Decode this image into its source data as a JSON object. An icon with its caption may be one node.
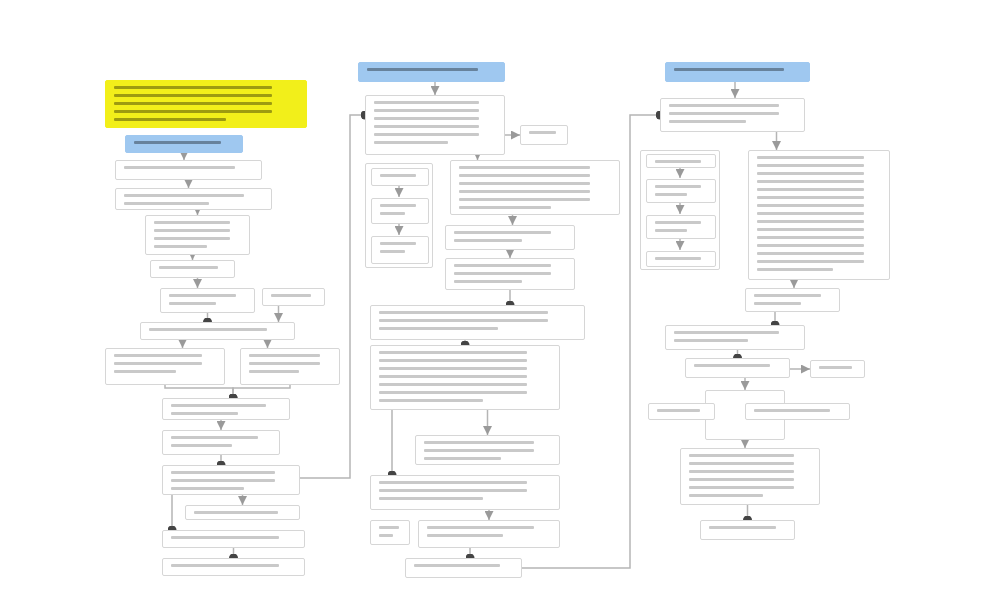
{
  "diagram": {
    "nodes": [
      {
        "text": [],
        "shape": "box"
      },
      {
        "text": [],
        "shape": "box"
      },
      {
        "text": [],
        "shape": "box"
      },
      {
        "text": [],
        "shape": "box"
      },
      {
        "text": [],
        "shape": "box"
      },
      {
        "text": [],
        "shape": "box"
      },
      {
        "text": [],
        "shape": "box"
      },
      {
        "text": [],
        "shape": "box"
      },
      {
        "text": [],
        "shape": "box"
      },
      {
        "text": [],
        "shape": "box"
      },
      {
        "text": [],
        "shape": "box"
      },
      {
        "text": [],
        "shape": "box"
      },
      {
        "text": [],
        "shape": "box"
      },
      {
        "text": [],
        "shape": "box"
      },
      {
        "text": [],
        "shape": "box"
      },
      {
        "text": [],
        "shape": "box"
      },
      {
        "text": [],
        "shape": "box"
      },
      {
        "text": [],
        "shape": "box"
      },
      {
        "text": [],
        "shape": "box"
      },
      {
        "text": [],
        "shape": "box"
      },
      {
        "text": [],
        "shape": "box"
      },
      {
        "text": [],
        "shape": "box",
        "in": 20
      },
      {
        "text": [],
        "shape": "box",
        "in": 20
      },
      {
        "text": [],
        "shape": "box",
        "in": 20
      },
      {
        "text": [],
        "shape": "box"
      },
      {
        "text": [],
        "shape": "box"
      },
      {
        "text": [],
        "shape": "box"
      },
      {
        "text": [],
        "shape": "box"
      },
      {
        "text": [],
        "shape": "box"
      },
      {
        "text": [],
        "shape": "box"
      },
      {
        "text": [],
        "shape": "box"
      },
      {
        "text": [],
        "shape": "box"
      },
      {
        "text": [],
        "shape": "box"
      },
      {
        "text": [],
        "shape": "box"
      },
      {
        "text": [],
        "shape": "box"
      },
      {
        "text": [],
        "shape": "box"
      },
      {
        "text": [],
        "shape": "box"
      },
      {
        "text": [],
        "shape": "box",
        "in": 36
      },
      {
        "text": [],
        "shape": "box",
        "in": 36
      },
      {
        "text": [],
        "shape": "box",
        "in": 36
      },
      {
        "text": [],
        "shape": "box",
        "in": 36
      },
      {
        "text": [],
        "shape": "box"
      },
      {
        "text": [],
        "shape": "box"
      },
      {
        "text": [],
        "shape": "box"
      },
      {
        "text": [],
        "shape": "box"
      },
      {
        "text": [],
        "shape": "box"
      },
      {
        "text": [],
        "shape": "box"
      },
      {
        "text": [],
        "shape": "box"
      },
      {
        "text": [],
        "shape": "box"
      },
      {
        "text": [],
        "shape": "box"
      },
      {
        "text": [],
        "shape": "box"
      }
    ],
    "edges": [
      {
        "from": 1,
        "to": 2,
        "arrow": "to"
      },
      {
        "from": 2,
        "to": 3,
        "arrow": "to"
      },
      {
        "from": 3,
        "to": 4,
        "arrow": "to"
      },
      {
        "from": 4,
        "to": 5,
        "arrow": "to"
      },
      {
        "from": 5,
        "to": 6,
        "arrow": "to"
      },
      {
        "from": 6,
        "to": 8,
        "arrow": "other"
      },
      {
        "from": 7,
        "to": 8,
        "arrow": "to"
      },
      {
        "from": 8,
        "to": 9,
        "arrow": "to"
      },
      {
        "from": 8,
        "to": 10,
        "arrow": "to"
      },
      {
        "from": 9,
        "to": 11,
        "arrow": "other"
      },
      {
        "from": 10,
        "to": 11,
        "arrow": "other"
      },
      {
        "from": 11,
        "to": 12,
        "arrow": "to"
      },
      {
        "from": 12,
        "to": 13,
        "arrow": "other"
      },
      {
        "from": 13,
        "to": 14,
        "arrow": "to"
      },
      {
        "from": 13,
        "to": 15,
        "arrow": "other"
      },
      {
        "from": 15,
        "to": 16,
        "arrow": "other"
      },
      {
        "from": 13,
        "to": 18,
        "arrow": "other"
      },
      {
        "from": 17,
        "to": 18,
        "arrow": "to"
      },
      {
        "from": 18,
        "to": 19,
        "arrow": "to"
      },
      {
        "from": 18,
        "to": 24,
        "arrow": "to"
      },
      {
        "from": 21,
        "to": 22,
        "arrow": "to"
      },
      {
        "from": 22,
        "to": 23,
        "arrow": "to"
      },
      {
        "from": 24,
        "to": 25,
        "arrow": "to"
      },
      {
        "from": 25,
        "to": 26,
        "arrow": "to"
      },
      {
        "from": 26,
        "to": 27,
        "arrow": "other"
      },
      {
        "from": 27,
        "to": 28,
        "arrow": "other"
      },
      {
        "from": 28,
        "to": 29,
        "arrow": "to"
      },
      {
        "from": 28,
        "to": 30,
        "arrow": "other"
      },
      {
        "from": 30,
        "to": 32,
        "arrow": "to"
      },
      {
        "from": 32,
        "to": 33,
        "arrow": "other"
      },
      {
        "from": 33,
        "to": 35,
        "arrow": "other"
      },
      {
        "from": 34,
        "to": 35,
        "arrow": "to"
      },
      {
        "from": 35,
        "to": 41,
        "arrow": "to"
      },
      {
        "from": 37,
        "to": 38,
        "arrow": "to"
      },
      {
        "from": 38,
        "to": 39,
        "arrow": "to"
      },
      {
        "from": 39,
        "to": 40,
        "arrow": "to"
      },
      {
        "from": 41,
        "to": 42,
        "arrow": "to"
      },
      {
        "from": 42,
        "to": 43,
        "arrow": "other"
      },
      {
        "from": 43,
        "to": 44,
        "arrow": "other"
      },
      {
        "from": 44,
        "to": 45,
        "arrow": "to"
      },
      {
        "from": 44,
        "to": 46,
        "arrow": "to"
      },
      {
        "from": 46,
        "to": 49,
        "arrow": "to"
      },
      {
        "from": 49,
        "to": 50,
        "arrow": "other"
      }
    ]
  }
}
